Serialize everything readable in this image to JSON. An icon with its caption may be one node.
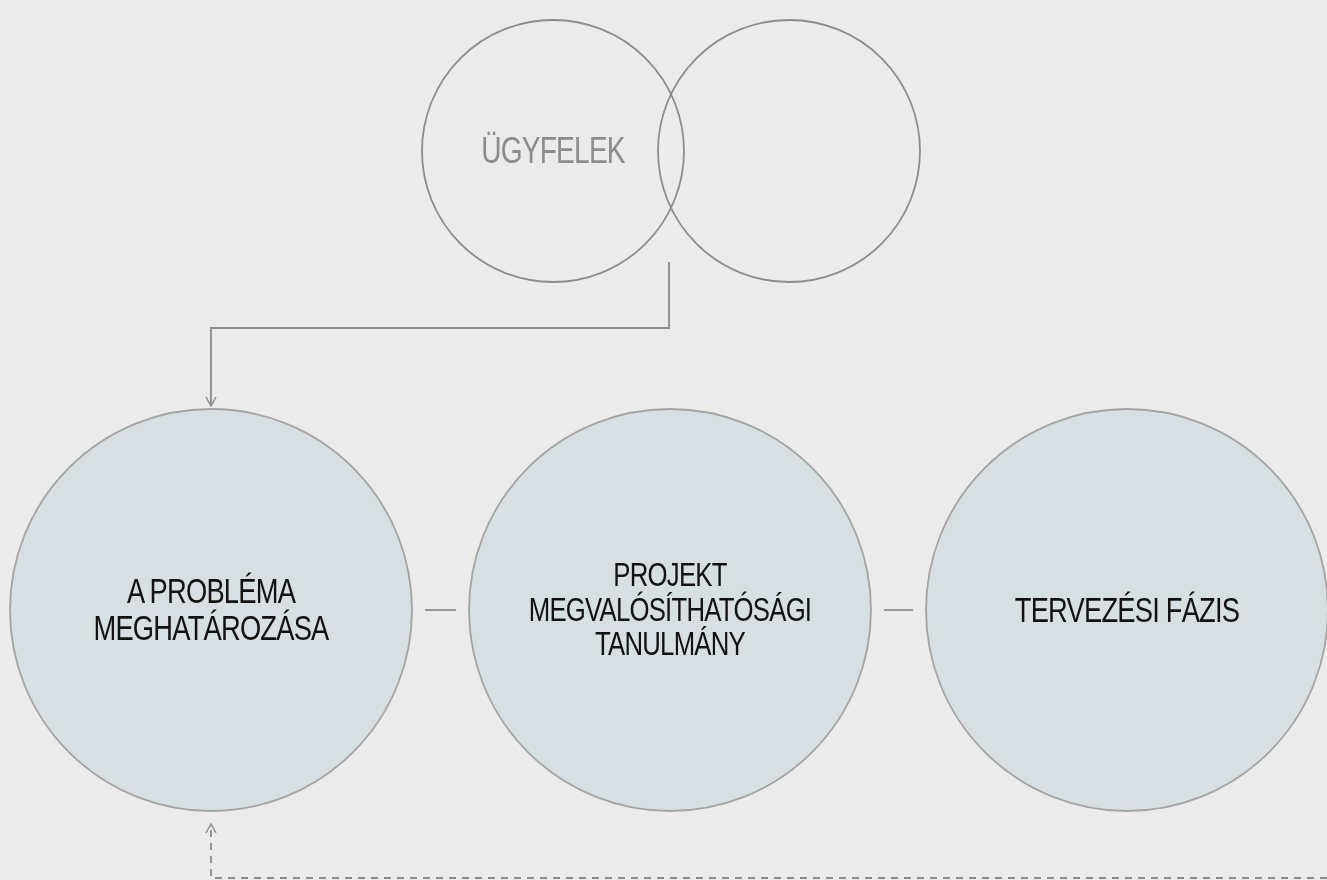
{
  "diagram": {
    "nodes": [
      {
        "text": [
          "ÜGYFELEK"
        ]
      },
      {
        "text": [],
        "shape": "circle"
      },
      {
        "text": [
          "A PROBLÉMA MEGHATÁROZÁSA"
        ]
      },
      {
        "text": [
          "PROJEKT MEGVALÓSÍTHATÓSÁGI TANULMÁNY"
        ]
      },
      {
        "text": [
          "TERVEZÉSI FÁZIS"
        ]
      }
    ],
    "edges": [
      {
        "from": null,
        "to": 2,
        "arrow": "to"
      },
      {
        "from": 2,
        "to": 3,
        "arrow": "none"
      },
      {
        "from": 3,
        "to": 4,
        "arrow": "none"
      },
      {
        "from": null,
        "to": 2,
        "arrow": "to",
        "style": "dashed"
      }
    ]
  }
}
